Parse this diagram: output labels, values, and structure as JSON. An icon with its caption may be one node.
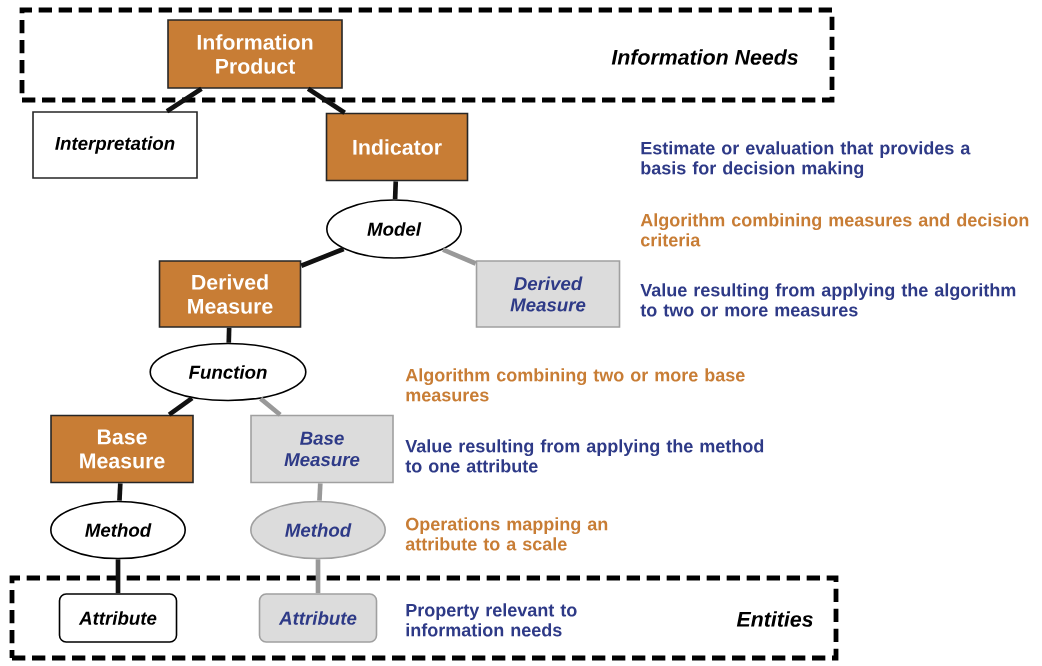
{
  "diagram": {
    "nodes": [
      {
        "text": [
          "Information Needs"
        ]
      },
      {
        "text": [
          "Information Product"
        ],
        "in": 0
      },
      {
        "text": [
          "Interpretation"
        ]
      },
      {
        "text": [
          "Indicator"
        ]
      },
      {
        "text": [
          "Model"
        ]
      },
      {
        "text": [
          "Derived Measure"
        ]
      },
      {
        "text": [
          "Derived Measure"
        ]
      },
      {
        "text": [
          "Function"
        ]
      },
      {
        "text": [
          "Base Measure"
        ]
      },
      {
        "text": [
          "Base Measure"
        ]
      },
      {
        "text": [
          "Method"
        ]
      },
      {
        "text": [
          "Method"
        ]
      },
      {
        "text": [
          "Entities"
        ]
      },
      {
        "text": [
          "Attribute"
        ],
        "in": 12
      },
      {
        "text": [
          "Attribute"
        ],
        "in": 12
      }
    ],
    "edges": [
      {
        "from": 1,
        "to": 2,
        "arrow": "none"
      },
      {
        "from": 1,
        "to": 3,
        "arrow": "none"
      },
      {
        "from": 3,
        "to": 4,
        "arrow": "none"
      },
      {
        "from": 4,
        "to": 5,
        "arrow": "none"
      },
      {
        "from": 4,
        "to": 6,
        "arrow": "none",
        "color": "#999999"
      },
      {
        "from": 5,
        "to": 7,
        "arrow": "none"
      },
      {
        "from": 7,
        "to": 8,
        "arrow": "none"
      },
      {
        "from": 7,
        "to": 9,
        "arrow": "none",
        "color": "#999999"
      },
      {
        "from": 8,
        "to": 10,
        "arrow": "none"
      },
      {
        "from": 9,
        "to": 11,
        "arrow": "none",
        "color": "#999999"
      },
      {
        "from": 10,
        "to": 13,
        "arrow": "none"
      },
      {
        "from": 11,
        "to": 14,
        "arrow": "none",
        "color": "#999999"
      }
    ],
    "labels": [
      "Estimate or evaluation that provides a basis for decision making",
      "Algorithm combining measures and decision criteria",
      "Value resulting from applying the algorithm to two or more measures",
      "Algorithm combining two or more base measures",
      "Value resulting from applying the method to one attribute",
      "Operations mapping an attribute to a scale",
      "Property relevant to information needs"
    ]
  }
}
